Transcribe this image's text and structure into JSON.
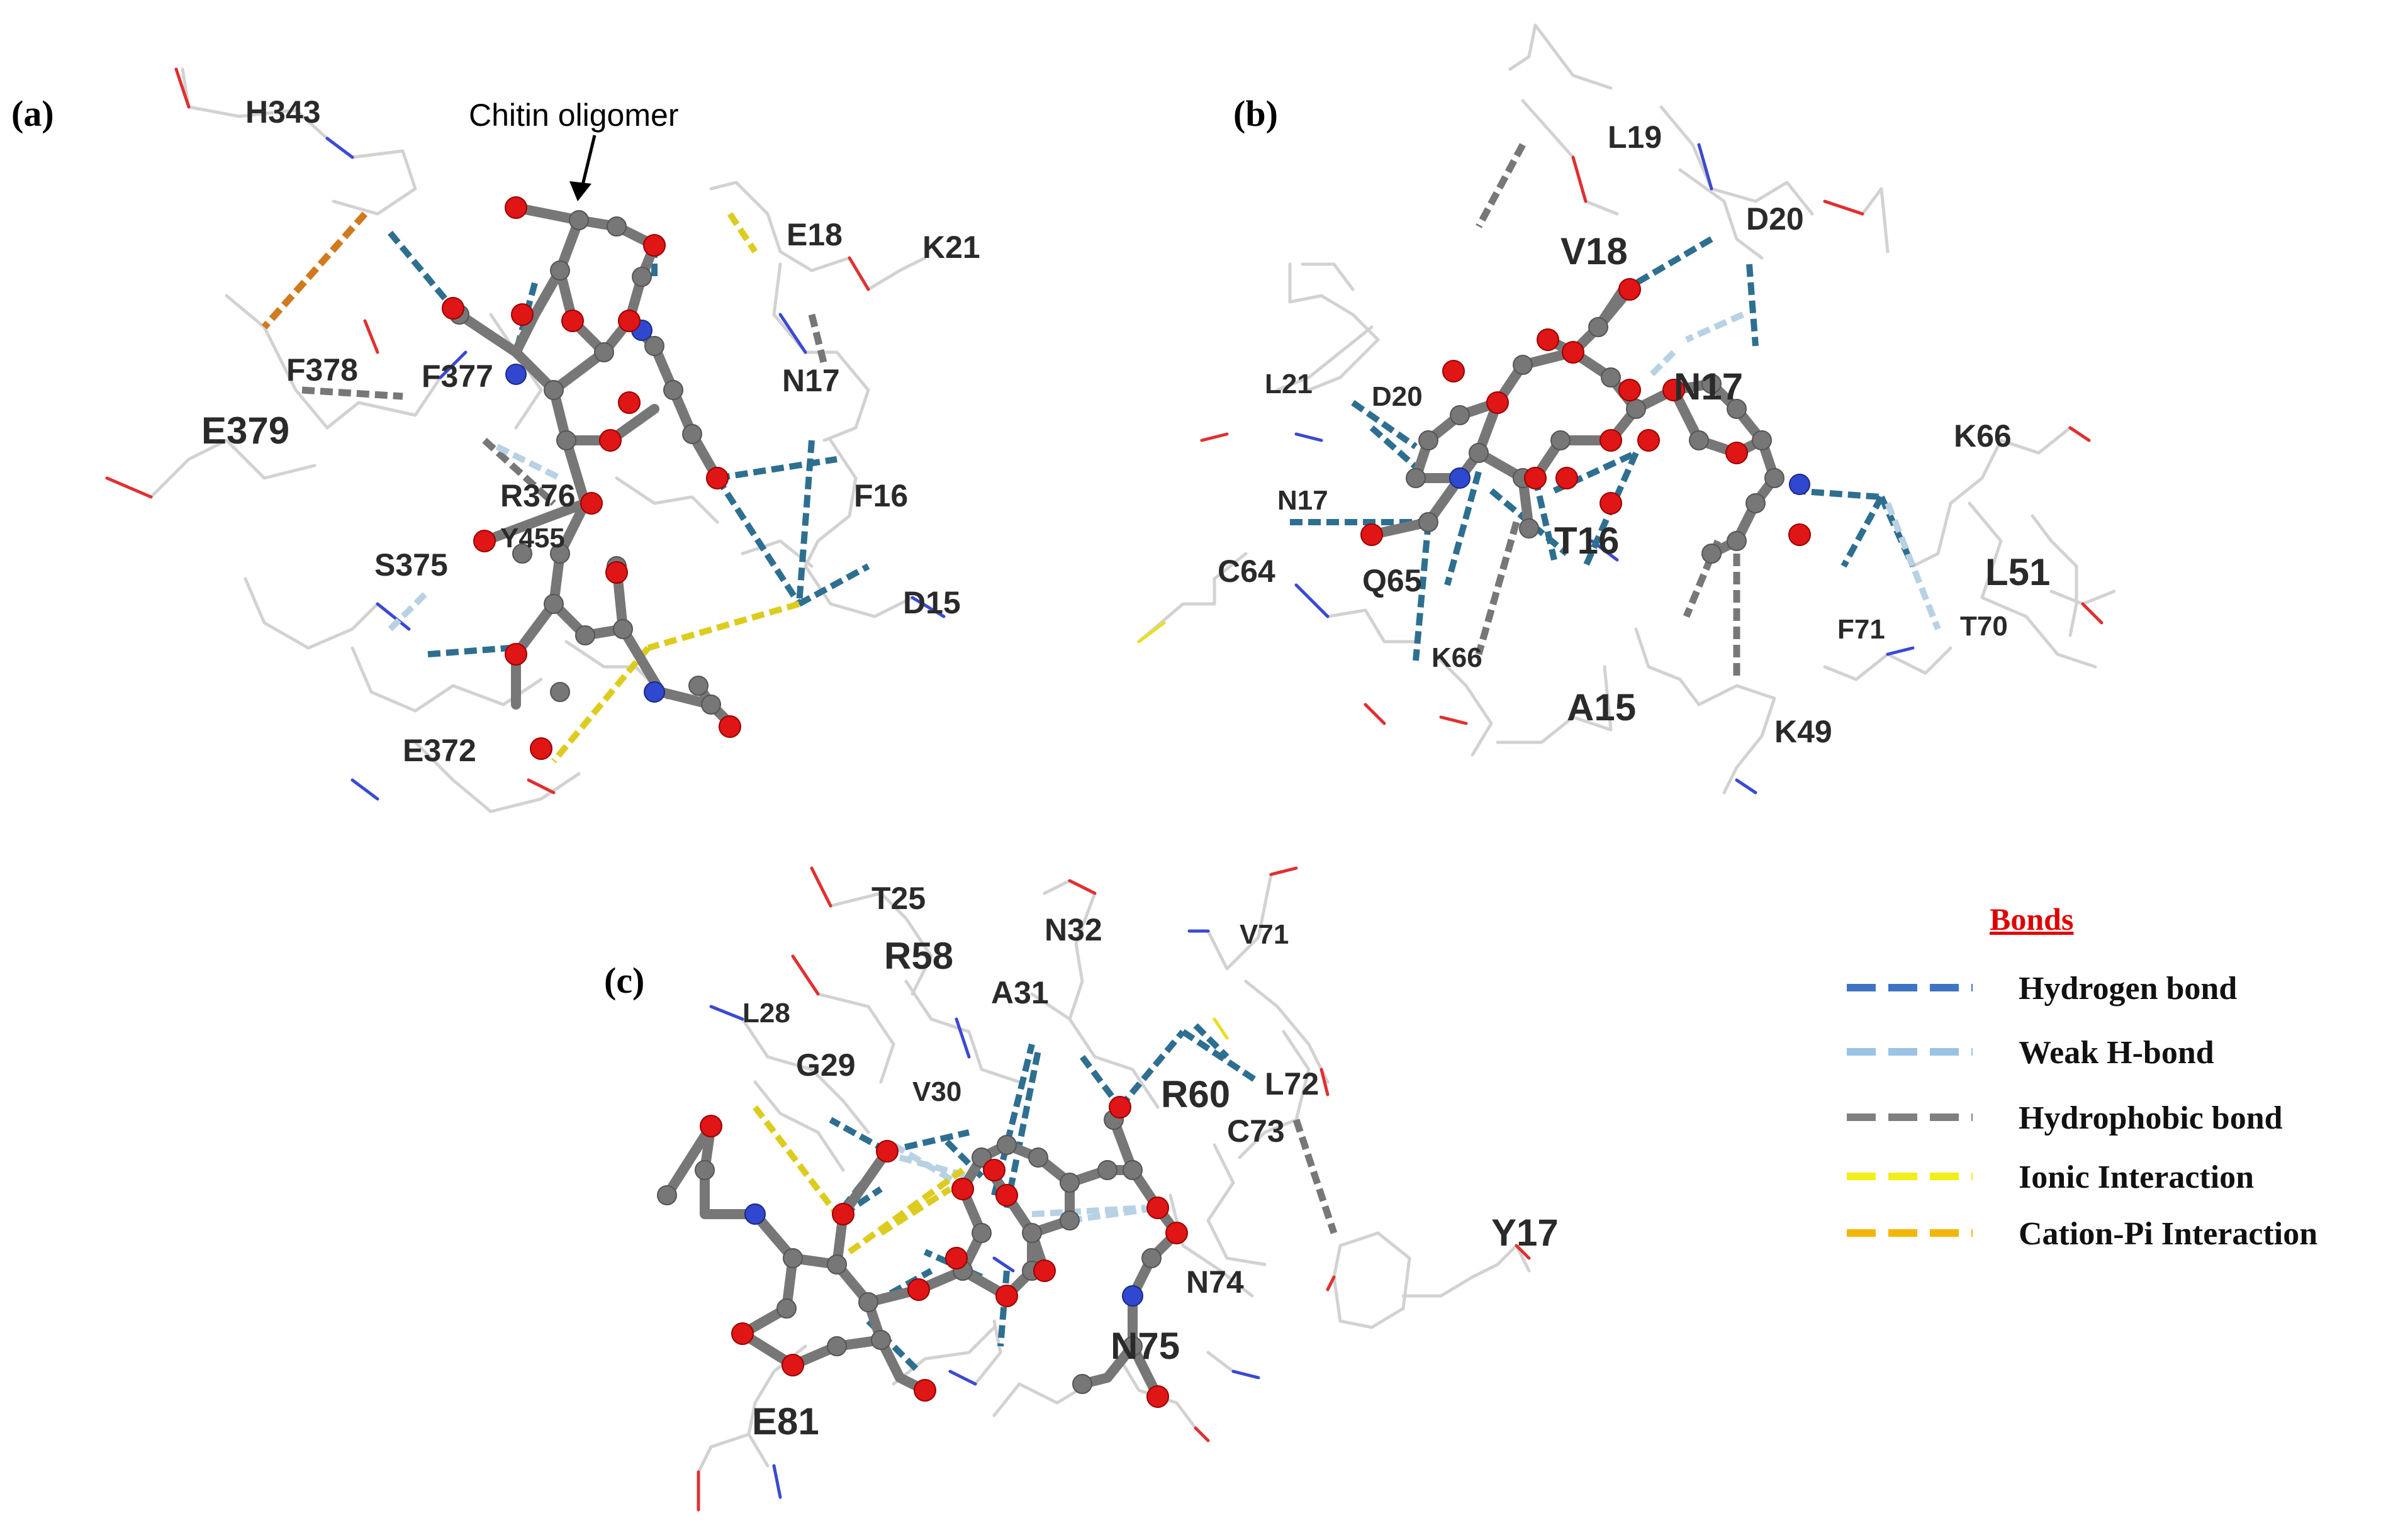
{
  "figure": {
    "panels": [
      {
        "id": "a",
        "tag": "(a)",
        "annotation": "Chitin oligomer",
        "residues": [
          "H343",
          "E18",
          "K21",
          "F378",
          "F377",
          "N17",
          "E379",
          "R376",
          "F16",
          "Y455",
          "S375",
          "D15",
          "E372"
        ]
      },
      {
        "id": "b",
        "tag": "(b)",
        "residues": [
          "L19",
          "D20",
          "V18",
          "N17",
          "L21",
          "D20",
          "K66",
          "N17",
          "T16",
          "L51",
          "C64",
          "Q65",
          "F71",
          "T70",
          "K66",
          "A15",
          "K49"
        ]
      },
      {
        "id": "c",
        "tag": "(c)",
        "residues": [
          "T25",
          "R58",
          "N32",
          "V71",
          "A31",
          "L28",
          "G29",
          "V30",
          "R60",
          "L72",
          "C73",
          "Y17",
          "N74",
          "N75",
          "E81"
        ]
      }
    ]
  },
  "legend": {
    "title": "Bonds",
    "items": [
      {
        "label": "Hydrogen bond",
        "color": "#3f74c4"
      },
      {
        "label": "Weak H-bond",
        "color": "#9bc3e6"
      },
      {
        "label": "Hydrophobic bond",
        "color": "#808080"
      },
      {
        "label": "Ionic Interaction",
        "color": "#f2ee1a"
      },
      {
        "label": "Cation-Pi Interaction",
        "color": "#f2b705"
      }
    ]
  }
}
